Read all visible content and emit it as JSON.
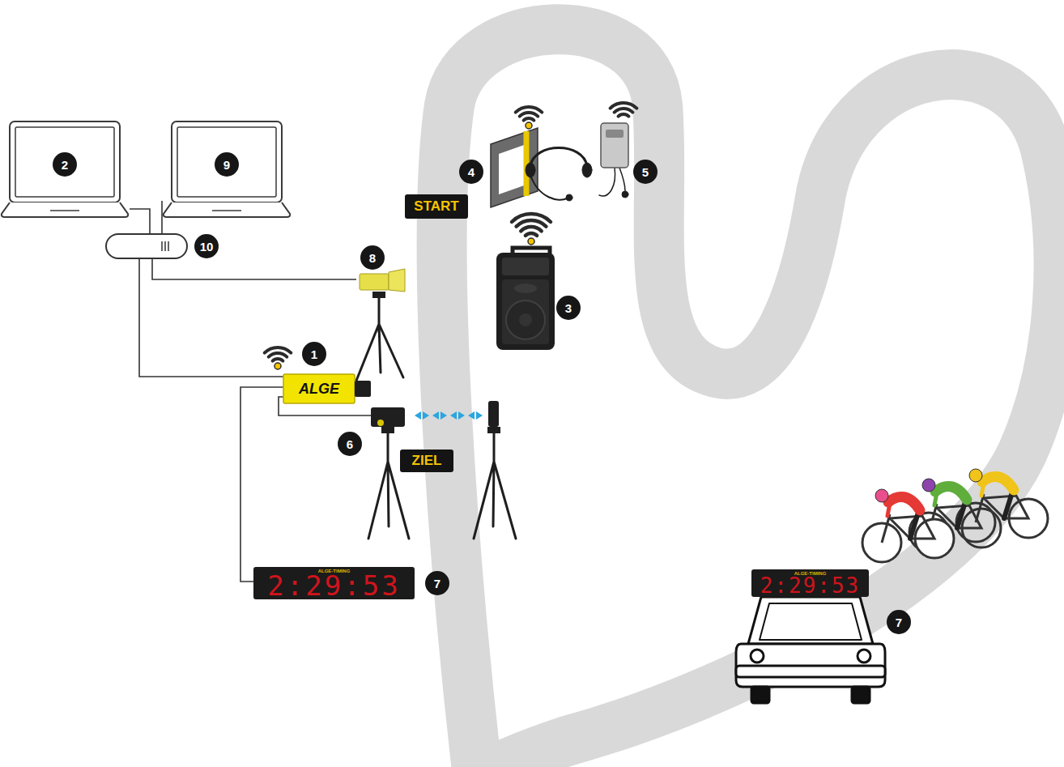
{
  "diagram": {
    "nodes": [
      {
        "text": [
          "2"
        ]
      },
      {
        "text": [
          "9"
        ]
      },
      {
        "text": [
          "START"
        ]
      },
      {
        "text": [
          "10"
        ]
      },
      {
        "text": [
          "8"
        ]
      },
      {
        "text": [
          "ALGE",
          "1"
        ]
      },
      {
        "text": [
          "6"
        ]
      },
      {
        "text": [
          "ZIEL"
        ]
      },
      {
        "text": [
          "ALGE-TIMING",
          "2:29:53",
          "7"
        ]
      },
      {
        "text": [
          "ALGE-TIMING",
          "2:29:53",
          "7"
        ]
      }
    ],
    "edges": [
      {
        "from": 0,
        "to": 3,
        "arrow": "none"
      },
      {
        "from": 1,
        "to": 3,
        "arrow": "none"
      },
      {
        "from": 3,
        "to": 4,
        "arrow": "none"
      },
      {
        "from": 3,
        "to": 5,
        "arrow": "none"
      },
      {
        "from": 5,
        "to": 6,
        "arrow": "none"
      },
      {
        "from": 5,
        "to": 8,
        "arrow": "none"
      }
    ],
    "labels": [
      "4",
      "5",
      "3"
    ]
  }
}
